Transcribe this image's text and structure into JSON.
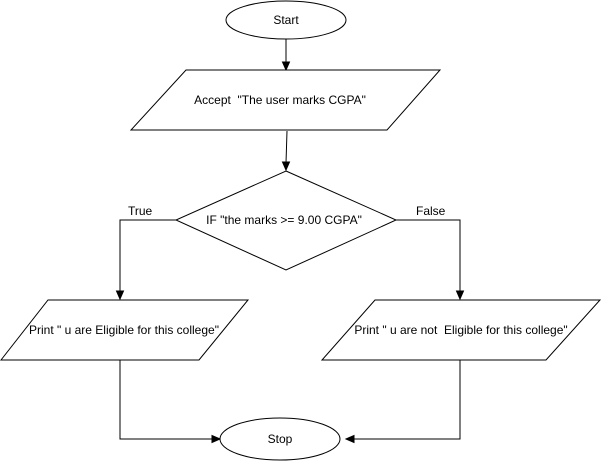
{
  "nodes": {
    "start": {
      "label": "Start"
    },
    "input": {
      "label": "Accept  \"The user marks CGPA\""
    },
    "decision": {
      "label": "IF \"the marks >= 9.00 CGPA\""
    },
    "output_true": {
      "label": "Print \" u are Eligible for this college\""
    },
    "output_false": {
      "label": "Print \" u are not  Eligible for this college\""
    },
    "stop": {
      "label": "Stop"
    }
  },
  "edges": {
    "true_label": "True",
    "false_label": "False"
  }
}
